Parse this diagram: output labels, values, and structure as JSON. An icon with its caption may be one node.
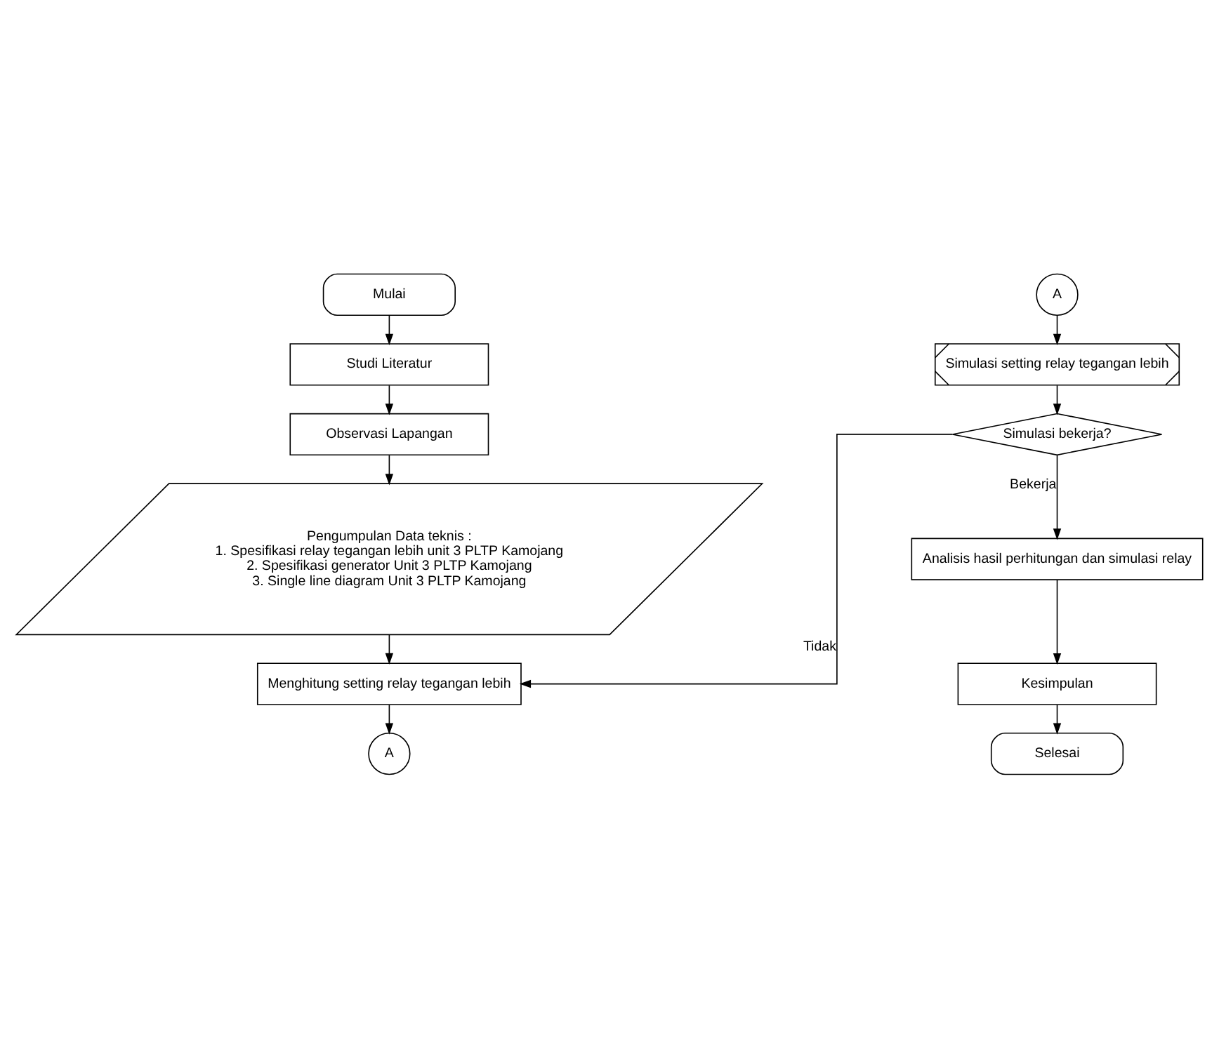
{
  "diagram": {
    "nodes": [
      {
        "text": [
          "Mulai"
        ]
      },
      {
        "text": [
          "Studi Literatur"
        ]
      },
      {
        "text": [
          "Observasi Lapangan"
        ]
      },
      {
        "text": [
          "Pengumpulan Data teknis :",
          "1. Spesifikasi relay tegangan lebih unit 3 PLTP Kamojang",
          "2. Spesifikasi generator Unit 3 PLTP Kamojang",
          "3. Single line diagram Unit 3 PLTP Kamojang"
        ]
      },
      {
        "text": [
          "Menghitung setting relay tegangan lebih"
        ]
      },
      {
        "text": [
          "A"
        ]
      },
      {
        "text": [
          "A"
        ]
      },
      {
        "text": [
          "Simulasi setting relay tegangan lebih"
        ]
      },
      {
        "text": [
          "Simulasi bekerja?"
        ]
      },
      {
        "text": [
          "Analisis hasil perhitungan dan simulasi relay"
        ]
      },
      {
        "text": [
          "Kesimpulan"
        ]
      },
      {
        "text": [
          "Selesai"
        ]
      }
    ],
    "edges": [
      {
        "from": 0,
        "to": 1,
        "arrow": "to"
      },
      {
        "from": 1,
        "to": 2,
        "arrow": "to"
      },
      {
        "from": 2,
        "to": 3,
        "arrow": "to"
      },
      {
        "from": 3,
        "to": 4,
        "arrow": "to"
      },
      {
        "from": 4,
        "to": 5,
        "arrow": "to"
      },
      {
        "from": 6,
        "to": 7,
        "arrow": "to"
      },
      {
        "from": 7,
        "to": 8,
        "arrow": "to"
      },
      {
        "from": 8,
        "to": 4,
        "arrow": "to",
        "label": "Tidak"
      },
      {
        "from": 8,
        "to": 9,
        "arrow": "to",
        "label": "Bekerja"
      },
      {
        "from": 9,
        "to": 10,
        "arrow": "to"
      },
      {
        "from": 10,
        "to": 11,
        "arrow": "to"
      }
    ]
  }
}
